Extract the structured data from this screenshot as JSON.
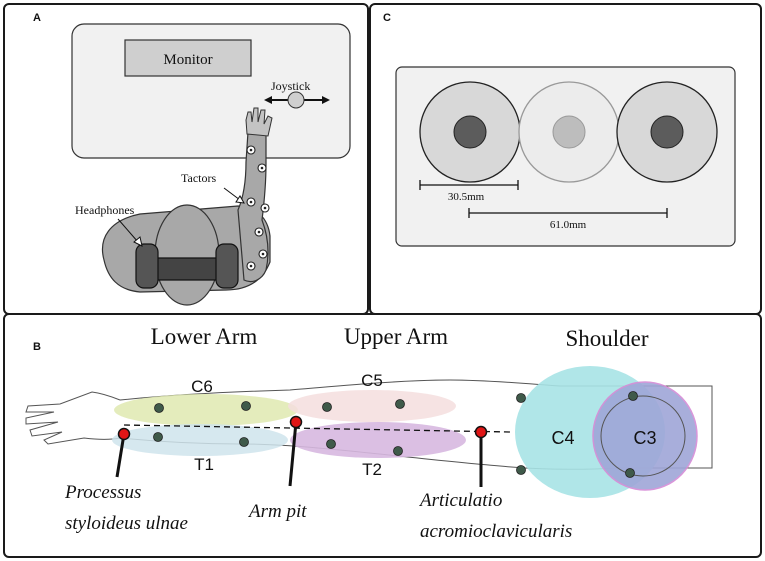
{
  "panels": {
    "a": {
      "letter": "A",
      "monitor_label": "Monitor",
      "joystick_label": "Joystick",
      "tactors_label": "Tactors",
      "headphones_label": "Headphones"
    },
    "c": {
      "letter": "C",
      "dim_small": "30.5mm",
      "dim_large": "61.0mm"
    },
    "b": {
      "letter": "B",
      "section_lower": "Lower Arm",
      "section_upper": "Upper Arm",
      "section_shoulder": "Shoulder",
      "channels": [
        "C6",
        "T1",
        "C5",
        "T2",
        "C4",
        "C3"
      ],
      "landmark_1_line1": "Processus",
      "landmark_1_line2": "styloideus ulnae",
      "landmark_2": "Arm pit",
      "landmark_3_line1": "Articulatio",
      "landmark_3_line2": "acromioclavicularis"
    }
  },
  "colors": {
    "c6": "#dfe9b0",
    "c5": "#f5dede",
    "t1": "#cfe4ec",
    "t2": "#d7b8e0",
    "c4": "#a7e3e6",
    "c3": "#9fa6d8",
    "landmark": "#e01616",
    "tactor": "#3f5a4a"
  }
}
